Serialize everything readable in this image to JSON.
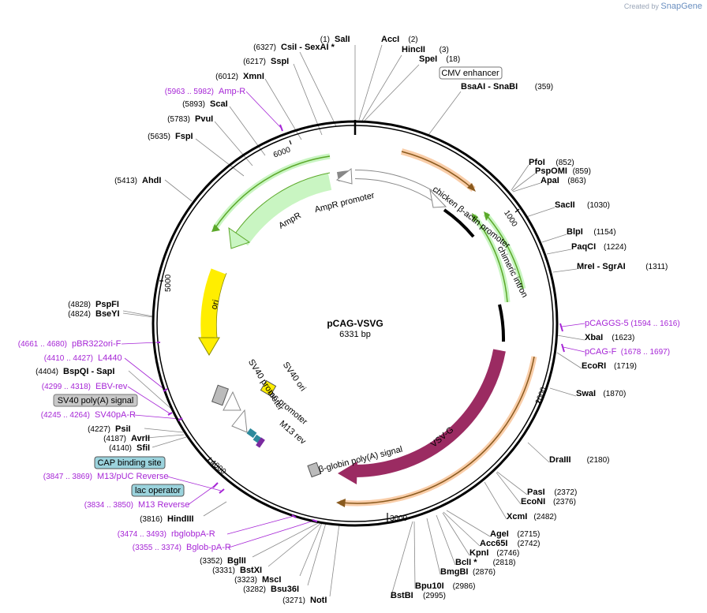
{
  "app": {
    "credit_prefix": "Created by",
    "credit_brand": "SnapGene"
  },
  "plasmid": {
    "name": "pCAG-VSVG",
    "length_label": "6331 bp",
    "length_bp": 6331
  },
  "tick_marks": [
    "1000",
    "2000",
    "3000",
    "4000",
    "5000",
    "6000"
  ],
  "restriction_sites": [
    {
      "name": "SalI",
      "pos": "(1)"
    },
    {
      "name": "AccI",
      "pos": "(2)"
    },
    {
      "name": "HincII",
      "pos": "(3)"
    },
    {
      "name": "SpeI",
      "pos": "(18)"
    },
    {
      "name": "BsaAI - SnaBI",
      "pos": "(359)"
    },
    {
      "name": "PfoI",
      "pos": "(852)"
    },
    {
      "name": "PspOMI",
      "pos": "(859)"
    },
    {
      "name": "ApaI",
      "pos": "(863)"
    },
    {
      "name": "SacII",
      "pos": "(1030)"
    },
    {
      "name": "BlpI",
      "pos": "(1154)"
    },
    {
      "name": "PaqCI",
      "pos": "(1224)"
    },
    {
      "name": "MreI - SgrAI",
      "pos": "(1311)"
    },
    {
      "name": "XbaI",
      "pos": "(1623)"
    },
    {
      "name": "EcoRI",
      "pos": "(1719)"
    },
    {
      "name": "SwaI",
      "pos": "(1870)"
    },
    {
      "name": "DraIII",
      "pos": "(2180)"
    },
    {
      "name": "PasI",
      "pos": "(2372)"
    },
    {
      "name": "EcoNI",
      "pos": "(2376)"
    },
    {
      "name": "XcmI",
      "pos": "(2482)"
    },
    {
      "name": "AgeI",
      "pos": "(2715)"
    },
    {
      "name": "Acc65I",
      "pos": "(2742)"
    },
    {
      "name": "KpnI",
      "pos": "(2746)"
    },
    {
      "name": "BclI *",
      "pos": "(2818)"
    },
    {
      "name": "BmgBI",
      "pos": "(2876)"
    },
    {
      "name": "Bpu10I",
      "pos": "(2986)"
    },
    {
      "name": "BstBI",
      "pos": "(2995)"
    },
    {
      "name": "NotI",
      "pos": "(3271)"
    },
    {
      "name": "Bsu36I",
      "pos": "(3282)"
    },
    {
      "name": "MscI",
      "pos": "(3323)"
    },
    {
      "name": "BstXI",
      "pos": "(3331)"
    },
    {
      "name": "BglII",
      "pos": "(3352)"
    },
    {
      "name": "HindIII",
      "pos": "(3816)"
    },
    {
      "name": "SfiI",
      "pos": "(4140)"
    },
    {
      "name": "AvrII",
      "pos": "(4187)"
    },
    {
      "name": "PsiI",
      "pos": "(4227)"
    },
    {
      "name": "BspQI - SapI",
      "pos": "(4404)"
    },
    {
      "name": "BseYI",
      "pos": "(4824)"
    },
    {
      "name": "PspFI",
      "pos": "(4828)"
    },
    {
      "name": "AhdI",
      "pos": "(5413)"
    },
    {
      "name": "FspI",
      "pos": "(5635)"
    },
    {
      "name": "PvuI",
      "pos": "(5783)"
    },
    {
      "name": "ScaI",
      "pos": "(5893)"
    },
    {
      "name": "XmnI",
      "pos": "(6012)"
    },
    {
      "name": "SspI",
      "pos": "(6217)"
    },
    {
      "name": "CsiI - SexAI *",
      "pos": "(6327)"
    }
  ],
  "primers": [
    {
      "name": "pCAGGS-5",
      "range": "(1594 .. 1616)"
    },
    {
      "name": "pCAG-F",
      "range": "(1678 .. 1697)"
    },
    {
      "name": "rbglobpA-R",
      "range": "(3474 .. 3493)"
    },
    {
      "name": "Bglob-pA-R",
      "range": "(3355 .. 3374)"
    },
    {
      "name": "M13/pUC Reverse",
      "range": "(3847 .. 3869)"
    },
    {
      "name": "M13 Reverse",
      "range": "(3834 .. 3850)"
    },
    {
      "name": "SV40pA-R",
      "range": "(4245 .. 4264)"
    },
    {
      "name": "EBV-rev",
      "range": "(4299 .. 4318)"
    },
    {
      "name": "L4440",
      "range": "(4410 .. 4427)"
    },
    {
      "name": "pBR322ori-F",
      "range": "(4661 .. 4680)"
    },
    {
      "name": "Amp-R",
      "range": "(5963 .. 5982)"
    }
  ],
  "boxed_features": [
    {
      "name": "CMV enhancer"
    },
    {
      "name": "SV40 poly(A) signal"
    },
    {
      "name": "CAP binding site"
    },
    {
      "name": "lac operator"
    }
  ],
  "features": [
    {
      "name": "chicken β-actin promoter"
    },
    {
      "name": "chimeric intron"
    },
    {
      "name": "VSV-G"
    },
    {
      "name": "β-globin poly(A) signal"
    },
    {
      "name": "AmpR promoter"
    },
    {
      "name": "AmpR"
    },
    {
      "name": "ori"
    },
    {
      "name": "SV40 ori"
    },
    {
      "name": "SV40 promoter"
    },
    {
      "name": "lac promoter"
    },
    {
      "name": "M13 rev"
    }
  ],
  "colors": {
    "backbone": "#000000",
    "vsvg": "#9b2b62",
    "ampr": "#c9f5c2",
    "ori": "#ffee00",
    "primer": "#a626d6",
    "orange_feature": "#f4a460",
    "green_feature": "#5ba829",
    "cap_box": "#9bd3dd",
    "gray_box": "#c8c8c8"
  }
}
